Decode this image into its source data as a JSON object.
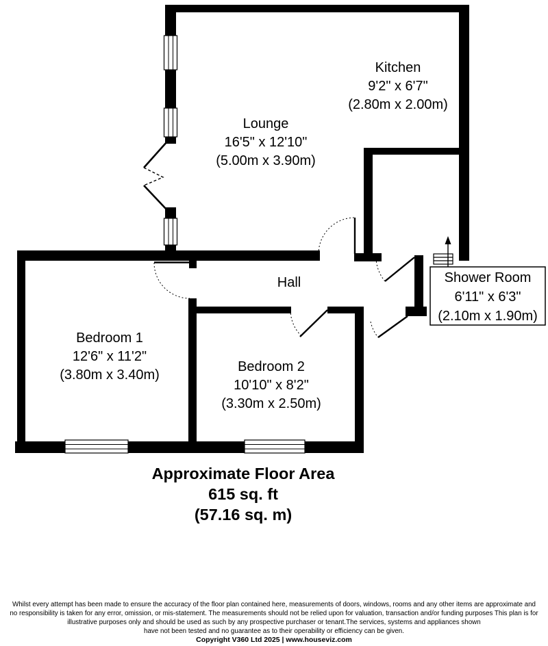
{
  "title": "Floor plan",
  "colors": {
    "wall": "#000000",
    "background": "#ffffff"
  },
  "rooms": [
    {
      "name": "Kitchen",
      "imperial": "9'2\" x 6'7\"",
      "metric": "(2.80m x 2.00m)"
    },
    {
      "name": "Lounge",
      "imperial": "16'5\" x 12'10\"",
      "metric": "(5.00m x 3.90m)"
    },
    {
      "name": "Hall",
      "imperial": "",
      "metric": ""
    },
    {
      "name": "Shower Room",
      "imperial": "6'11\" x 6'3\"",
      "metric": "(2.10m x 1.90m)"
    },
    {
      "name": "Bedroom 1",
      "imperial": "12'6\" x 11'2\"",
      "metric": "(3.80m x 3.40m)"
    },
    {
      "name": "Bedroom 2",
      "imperial": "10'10\" x 8'2\"",
      "metric": "(3.30m x 2.50m)"
    }
  ],
  "floor_area": {
    "title": "Approximate Floor Area",
    "value_imperial": "615 sq. ft",
    "value_metric": "(57.16 sq. m)"
  },
  "symbols": {
    "entry_arrow": "up-arrow",
    "entry_steps": "steps"
  },
  "footer": {
    "disclaimer_lines": [
      "Whilst every attempt has been made to ensure the accuracy of the floor plan contained here, measurements of doors, windows, rooms and any other items are approximate and",
      "no responsibility is taken for any error, omission, or mis-statement.  The measurements should not be relied upon for valuation, transaction and/or funding purposes This plan is for",
      "illustrative purposes only and should be used as such by any prospective purchaser or tenant.The services, systems and appliances shown",
      "have not been tested and no guarantee as to their operability or efficiency can be given."
    ],
    "copyright": "Copyright V360 Ltd 2025 | www.houseviz.com"
  }
}
